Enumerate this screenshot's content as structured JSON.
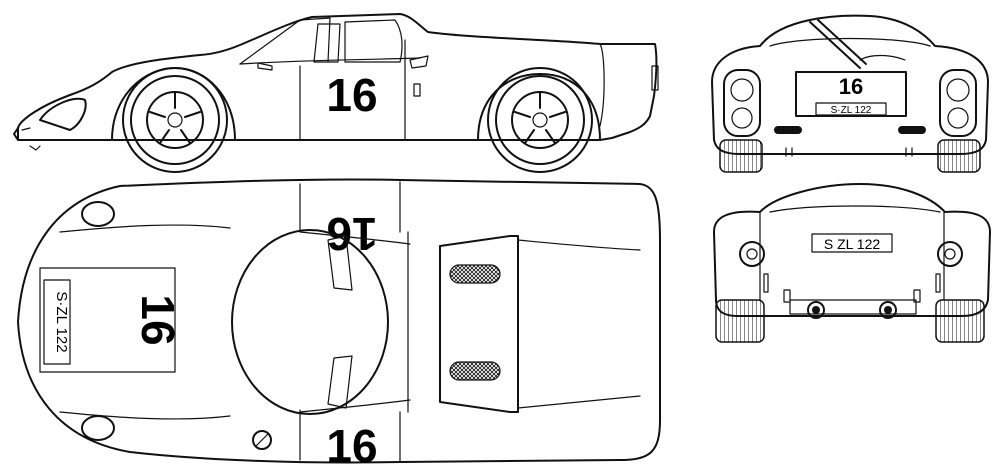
{
  "race_number": "16",
  "license_plate": "S·ZL 122",
  "plate_front_text": "S·ZL 122",
  "plate_rear_text": "S ZL 122",
  "plate_top_text": "S·ZL 122",
  "views": {
    "side": {
      "race_number": "16"
    },
    "top": {
      "race_number_front": "16",
      "race_number_rear": "16",
      "race_number_panel": "16"
    },
    "front": {
      "race_number": "16"
    },
    "rear": {}
  },
  "colors": {
    "line": "#111111",
    "background": "#ffffff"
  }
}
